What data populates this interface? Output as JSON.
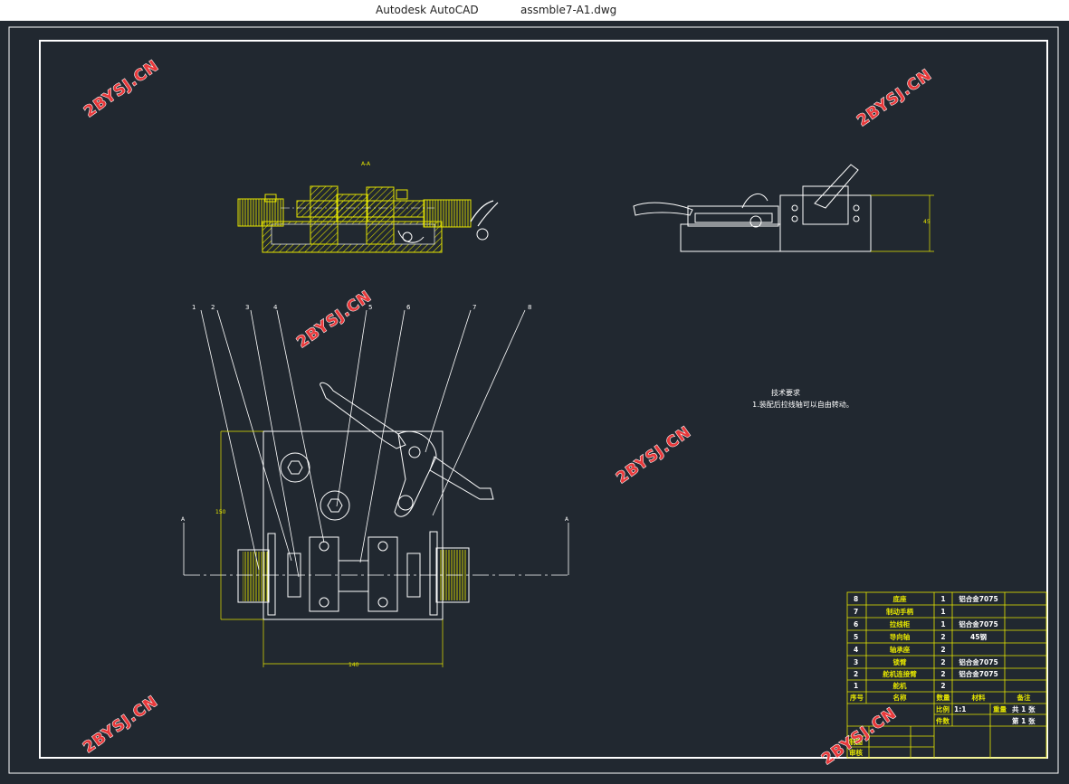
{
  "window": {
    "app_title": "Autodesk AutoCAD",
    "file_name": "assmble7-A1.dwg"
  },
  "colors": {
    "background": "#212830",
    "frame": "#ffffff",
    "inner_frame": "#e6e600",
    "hatch": "#d9d900",
    "watermark": "#e8393b"
  },
  "watermark": "2BYSJ.CN",
  "drawing": {
    "section_label": "A-A",
    "leaders": [
      "1",
      "2",
      "3",
      "4",
      "5",
      "6",
      "7",
      "8"
    ],
    "dims": {
      "height": "150",
      "width": "140",
      "right_height": "45"
    },
    "cut_marks": [
      "A",
      "A"
    ],
    "tech_title": "技术要求",
    "tech_note": "1.装配后拉线轴可以自由转动。"
  },
  "bom": {
    "rows": [
      {
        "no": "8",
        "name": "底座",
        "qty": "1",
        "material": "铝合金7075",
        "note": ""
      },
      {
        "no": "7",
        "name": "制动手柄",
        "qty": "1",
        "material": "",
        "note": ""
      },
      {
        "no": "6",
        "name": "拉线柜",
        "qty": "1",
        "material": "铝合金7075",
        "note": ""
      },
      {
        "no": "5",
        "name": "导向轴",
        "qty": "2",
        "material": "45钢",
        "note": ""
      },
      {
        "no": "4",
        "name": "轴承座",
        "qty": "2",
        "material": "",
        "note": ""
      },
      {
        "no": "3",
        "name": "锁臂",
        "qty": "2",
        "material": "铝合金7075",
        "note": ""
      },
      {
        "no": "2",
        "name": "舵机连接臂",
        "qty": "2",
        "material": "铝合金7075",
        "note": ""
      },
      {
        "no": "1",
        "name": "舵机",
        "qty": "2",
        "material": "",
        "note": ""
      }
    ],
    "header": {
      "no": "序号",
      "name": "名称",
      "qty": "数量",
      "material": "材料",
      "note": "备注"
    },
    "scale_label": "比例",
    "scale_value": "1:1",
    "count_label": "件数",
    "weight_label": "重量",
    "total_sheets": "共 1 张",
    "sheet_no": "第 1 张",
    "drawn": "制图",
    "checked": "审核"
  }
}
